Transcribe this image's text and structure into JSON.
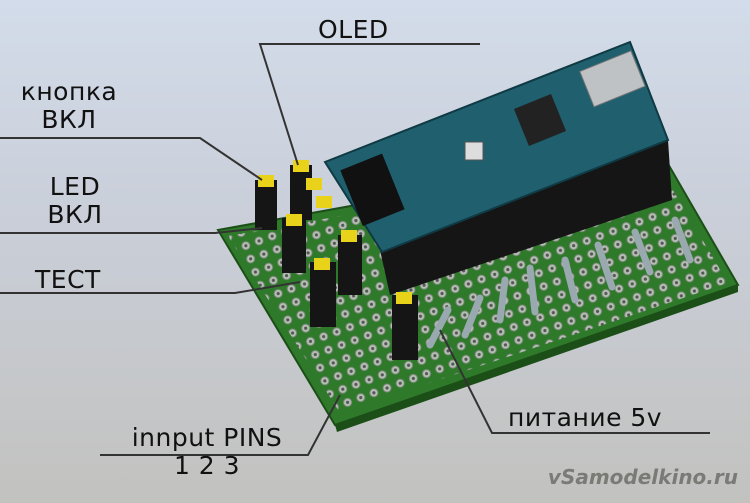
{
  "labels": {
    "oled": "OLED",
    "button_line1": "кнопка",
    "button_line2": "ВКЛ",
    "led_line1": "LED",
    "led_line2": "ВКЛ",
    "test": "ТЕСТ",
    "input_pins_line1": "innput PINS",
    "input_pins_line2": "1 2 3",
    "power": "питание 5v"
  },
  "watermark": "vSamodelkino.ru",
  "colors": {
    "pcb": "#2f7a2a",
    "arduino": "#1f5f6e",
    "jumper": "#e8d21a",
    "header": "#111111"
  }
}
